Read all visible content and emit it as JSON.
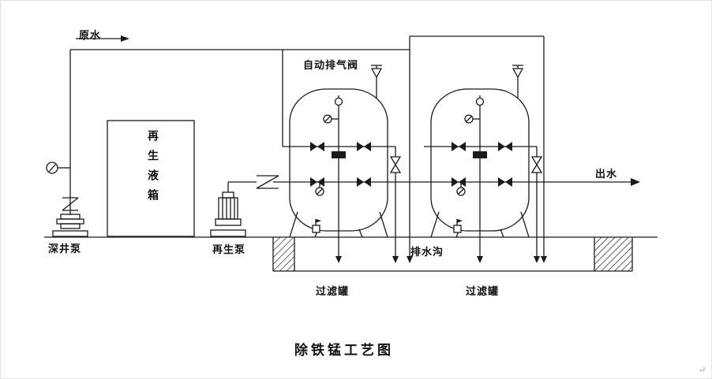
{
  "diagram": {
    "title": "除铁锰工艺图",
    "labels": {
      "raw_water": "原水",
      "auto_air_valve": "自动排气阀",
      "regen_tank": "再生液箱",
      "deep_well_pump": "深井泵",
      "regen_pump": "再生泵",
      "outlet": "出水",
      "drain_ditch": "排水沟",
      "filter_tank_left": "过滤罐",
      "filter_tank_right": "过滤罐",
      "return_mark": "↵"
    },
    "colors": {
      "line": "#1a1a1a",
      "background": "#ffffff"
    }
  }
}
